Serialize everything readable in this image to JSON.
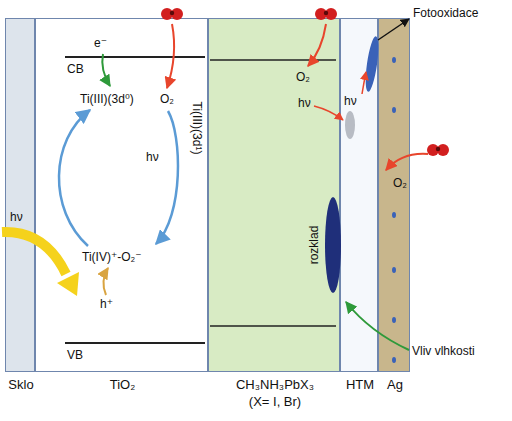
{
  "diagram": {
    "nodes": [
      {
        "text": [
          "Sklo"
        ]
      },
      {
        "text": [
          "TiO₂"
        ]
      },
      {
        "text": [
          "CH₃NH₃PbX₃",
          "(X= I, Br)"
        ]
      },
      {
        "text": [
          "HTM"
        ]
      },
      {
        "text": [
          "Ag"
        ]
      }
    ],
    "labels": [
      "Fotooxidace",
      "e⁻",
      "CB",
      "Ti(III)(3d⁰)",
      "O₂",
      "Ti(III)(3d¹)",
      "hν",
      "Ti(IV)⁺-O₂⁻",
      "h⁺",
      "VB",
      "hν",
      "O₂",
      "hν",
      "hν",
      "O₂",
      "rozklad",
      "Vliv vlhkosti"
    ]
  }
}
